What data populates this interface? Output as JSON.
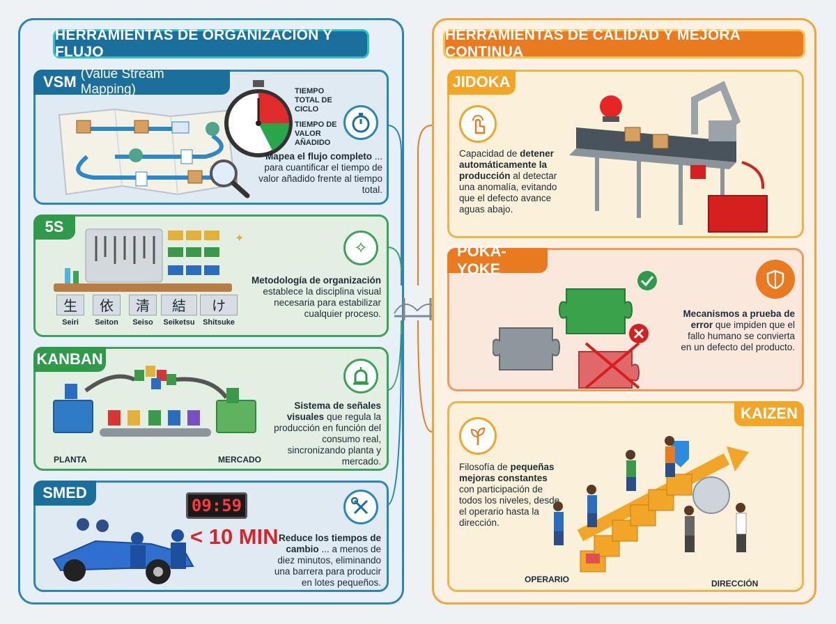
{
  "left_column": {
    "title": "HERRAMIENTAS DE ORGANIZACIÓN Y FLUJO",
    "vsm": {
      "tag": "VSM",
      "tag_sub": "(Value Stream Mapping)",
      "label_total": "TIEMPO TOTAL DE CICLO",
      "label_value": "TIEMPO DE VALOR AÑADIDO",
      "desc_bold": "Mapea el flujo completo",
      "desc_rest": "... para cuantificar el tiempo de valor añadido frente al tiempo total."
    },
    "five_s": {
      "tag": "5S",
      "kanji": [
        "生",
        "依",
        "清",
        "結",
        "け"
      ],
      "labels": [
        "Seiri",
        "Seiton",
        "Seiso",
        "Seiketsu",
        "Shitsuke"
      ],
      "desc_bold": "Metodología de organización",
      "desc_rest": "establece la disciplina visual necesaria para estabilizar cualquier proceso."
    },
    "kanban": {
      "tag": "KANBAN",
      "left_label": "PLANTA",
      "right_label": "MERCADO",
      "desc_bold": "Sistema de señales visuales",
      "desc_rest": "que regula la producción en función del consumo real, sincronizando planta y mercado."
    },
    "smed": {
      "tag": "SMED",
      "timer": "09:59",
      "big": "< 10 MIN",
      "desc_bold": "Reduce los tiempos de cambio",
      "desc_rest": "... a menos de diez minutos, eliminando una barrera para producir en lotes pequeños."
    }
  },
  "right_column": {
    "title": "HERRAMIENTAS DE CALIDAD Y MEJORA CONTINUA",
    "jidoka": {
      "tag": "JIDOKA",
      "desc_pre": "Capacidad de ",
      "desc_bold": "detener automáticamente la producción",
      "desc_rest": " al detectar una anomalía, evitando que el defecto avance aguas abajo."
    },
    "poka_yoke": {
      "tag": "POKA-YOKE",
      "desc_bold": "Mecanismos a prueba de error",
      "desc_rest": " que impiden que el fallo humano se convierta en un defecto del producto."
    },
    "kaizen": {
      "tag": "KAIZEN",
      "desc_pre": "Filosofía de ",
      "desc_bold": "pequeñas mejoras constantes",
      "desc_rest": " con participación de todos los niveles, desde el operario hasta la dirección.",
      "left_label": "OPERARIO",
      "right_label": "DIRECCIÓN"
    }
  },
  "colors": {
    "blue": "#1a6f9c",
    "green": "#2f9a4a",
    "orange": "#ea7a1f",
    "red": "#d6262b"
  }
}
